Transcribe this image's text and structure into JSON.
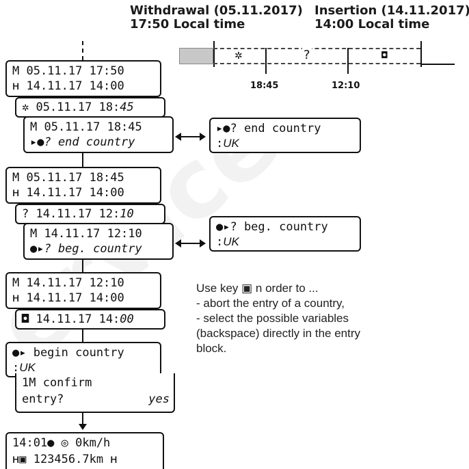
{
  "headers": {
    "withdrawal": [
      "Withdrawal (05.11.2017)",
      "17:50 Local time"
    ],
    "insertion": [
      "Insertion (14.11.2017)",
      "14:00 Local time"
    ]
  },
  "timeline": {
    "time_left": "18:45",
    "time_right": "12:10",
    "unknown_mark": "?",
    "rest_symbol": "✲",
    "card_symbol": "◘"
  },
  "displays": {
    "d1": [
      "M 05.11.17 17:50",
      "ʜ 14.11.17 14:00"
    ],
    "d2": [
      "✲ 05.11.17 18:",
      "45"
    ],
    "d3": [
      "M 05.11.17 18:45",
      "▸●? end country"
    ],
    "d3_side": [
      "▸●? end country",
      "UK"
    ],
    "d4": [
      "M 05.11.17 18:45",
      "ʜ 14.11.17 14:00"
    ],
    "d5": [
      "? 14.11.17 12:",
      "10"
    ],
    "d6": [
      "M 14.11.17 12:10",
      "●▸? beg. country"
    ],
    "d6_side": [
      "●▸? beg. country",
      "UK"
    ],
    "d7": [
      "M 14.11.17 12:10",
      "ʜ 14.11.17 14:00"
    ],
    "d8": [
      "◘ 14.11.17 14:",
      "00"
    ],
    "d9": [
      "●▸ begin country",
      "UK"
    ],
    "d10": [
      "1M confirm",
      "entry?",
      "yes"
    ],
    "d11": [
      "14:01● ◎    0km/h",
      "ʜ▣ 123456.7km  ʜ"
    ]
  },
  "note": {
    "line1": "Use key ▣ n order to ...",
    "line2": "- abort the entry of a country,",
    "line3": "- select the possible variables",
    "line4": "(backspace) directly in the entry",
    "line5": "block."
  },
  "watermark": "ervice"
}
